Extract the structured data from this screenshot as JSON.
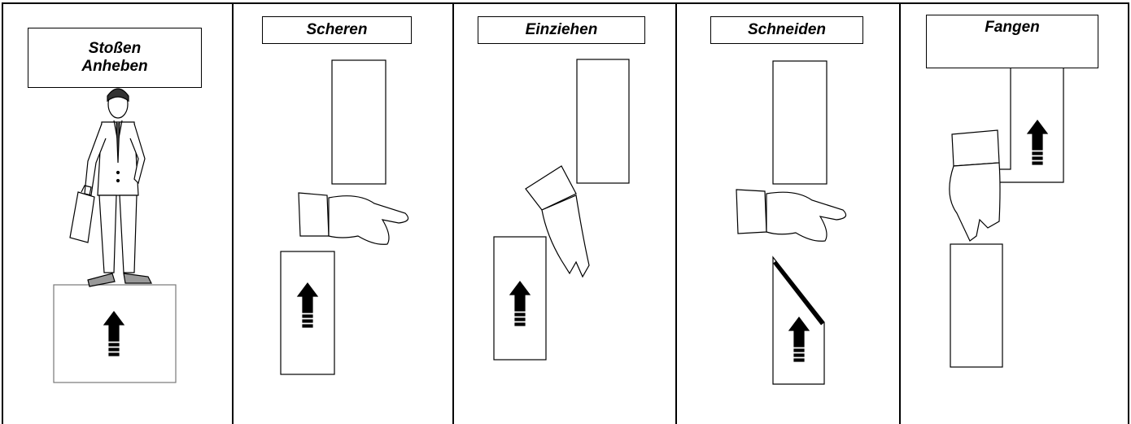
{
  "panels": [
    {
      "label_line1": "Stoßen",
      "label_line2": "Anheben"
    },
    {
      "label": "Scheren"
    },
    {
      "label": "Einziehen"
    },
    {
      "label": "Schneiden"
    },
    {
      "label": "Fangen"
    }
  ],
  "colors": {
    "line": "#000000",
    "arrow": "#000000",
    "figure": "#555555",
    "box": "#ffffff"
  },
  "icons": [
    "person-figure",
    "briefcase-icon",
    "hand-icon",
    "up-arrow-icon",
    "rectangle-part"
  ]
}
